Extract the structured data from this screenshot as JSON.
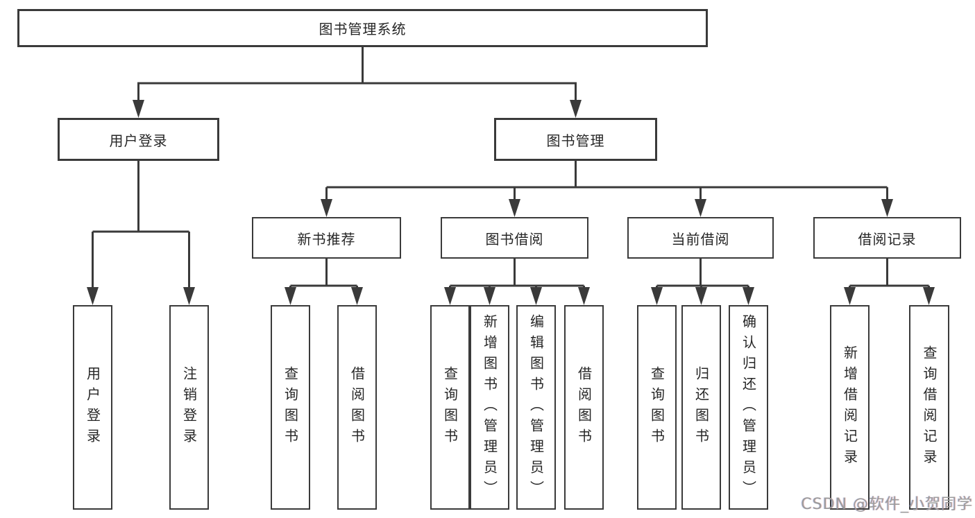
{
  "tree": {
    "root": {
      "label": "图书管理系统",
      "children": [
        {
          "label": "用户登录",
          "children": [
            {
              "label": "用户登录"
            },
            {
              "label": "注销登录"
            }
          ]
        },
        {
          "label": "图书管理",
          "children": [
            {
              "label": "新书推荐",
              "children": [
                {
                  "label": "查询图书"
                },
                {
                  "label": "借阅图书"
                }
              ]
            },
            {
              "label": "图书借阅",
              "children": [
                {
                  "label": "查询图书"
                },
                {
                  "label": "新增图书（管理员）"
                },
                {
                  "label": "编辑图书（管理员）"
                },
                {
                  "label": "借阅图书"
                }
              ]
            },
            {
              "label": "当前借阅",
              "children": [
                {
                  "label": "查询图书"
                },
                {
                  "label": "归还图书"
                },
                {
                  "label": "确认归还（管理员）"
                }
              ]
            },
            {
              "label": "借阅记录",
              "children": [
                {
                  "label": "新增借阅记录"
                },
                {
                  "label": "查询借阅记录"
                }
              ]
            }
          ]
        }
      ]
    }
  },
  "watermark": {
    "text": "CSDN @软件_小贺同学"
  },
  "colors": {
    "line": "#3a3a3a",
    "box_border": "#3a3a3a",
    "text": "#262626",
    "watermark": "#9b9b9b",
    "background": "#ffffff"
  }
}
